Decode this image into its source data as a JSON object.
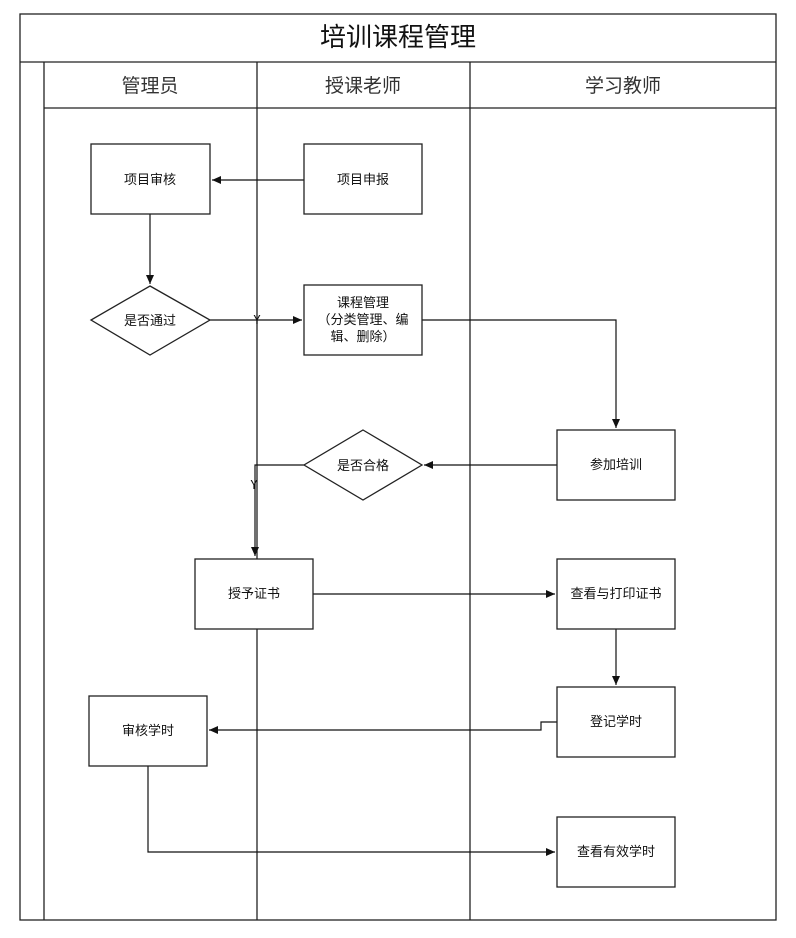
{
  "title": "培训课程管理",
  "lanes": {
    "admin": "管理员",
    "teacher": "授课老师",
    "learner": "学习教师"
  },
  "nodes": {
    "project_review": "项目审核",
    "project_declare": "项目申报",
    "approved_check": "是否通过",
    "course_mgmt": [
      "课程管理",
      "（分类管理、编",
      "辑、删除）"
    ],
    "join_training": "参加培训",
    "qualified_check": "是否合格",
    "grant_certificate": "授予证书",
    "view_print_certificate": "查看与打印证书",
    "register_hours": "登记学时",
    "review_hours": "审核学时",
    "view_valid_hours": "查看有效学时"
  },
  "edge_labels": {
    "approved_yes": "Y",
    "qualified_yes": "Y"
  }
}
